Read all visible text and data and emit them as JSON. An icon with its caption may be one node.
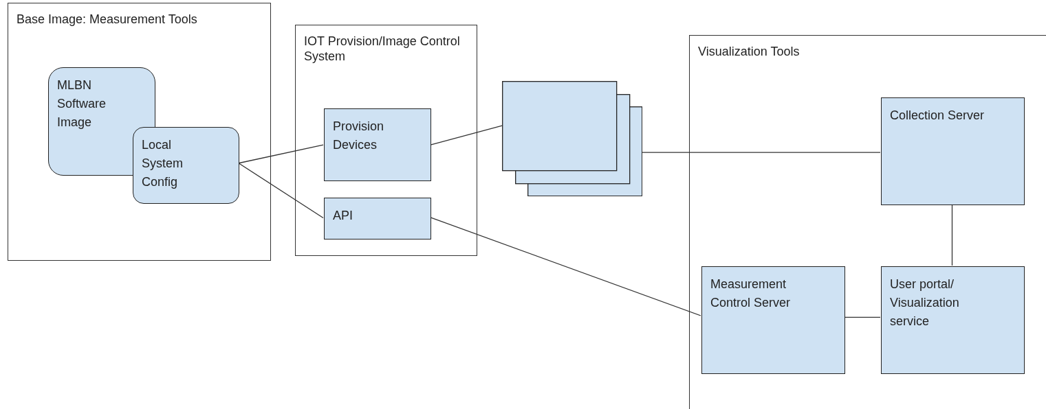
{
  "diagram": {
    "nodes": [
      {
        "text": [
          "Base Image: Measurement Tools"
        ]
      },
      {
        "text": [
          "MLBN Software Image"
        ],
        "in": 0
      },
      {
        "text": [
          "Local System Config"
        ],
        "in": 0
      },
      {
        "text": [
          "IOT Provision/Image Control System"
        ]
      },
      {
        "text": [
          "Provision Devices"
        ],
        "in": 3
      },
      {
        "text": [
          "API"
        ],
        "in": 3
      },
      {
        "text": [],
        "shape": "box"
      },
      {
        "text": [
          "Visualization Tools"
        ]
      },
      {
        "text": [
          "Collection Server"
        ],
        "in": 7
      },
      {
        "text": [
          "Measurement Control Server"
        ],
        "in": 7
      },
      {
        "text": [
          "User portal/ Visualization service"
        ],
        "in": 7
      }
    ],
    "edges": [
      {
        "from": 2,
        "to": 4,
        "arrow": "none"
      },
      {
        "from": 2,
        "to": 5,
        "arrow": "none"
      },
      {
        "from": 4,
        "to": 6,
        "arrow": "none"
      },
      {
        "from": 6,
        "to": 8,
        "arrow": "none"
      },
      {
        "from": 5,
        "to": 9,
        "arrow": "none"
      },
      {
        "from": 8,
        "to": 10,
        "arrow": "none"
      },
      {
        "from": 9,
        "to": 10,
        "arrow": "none"
      }
    ]
  }
}
